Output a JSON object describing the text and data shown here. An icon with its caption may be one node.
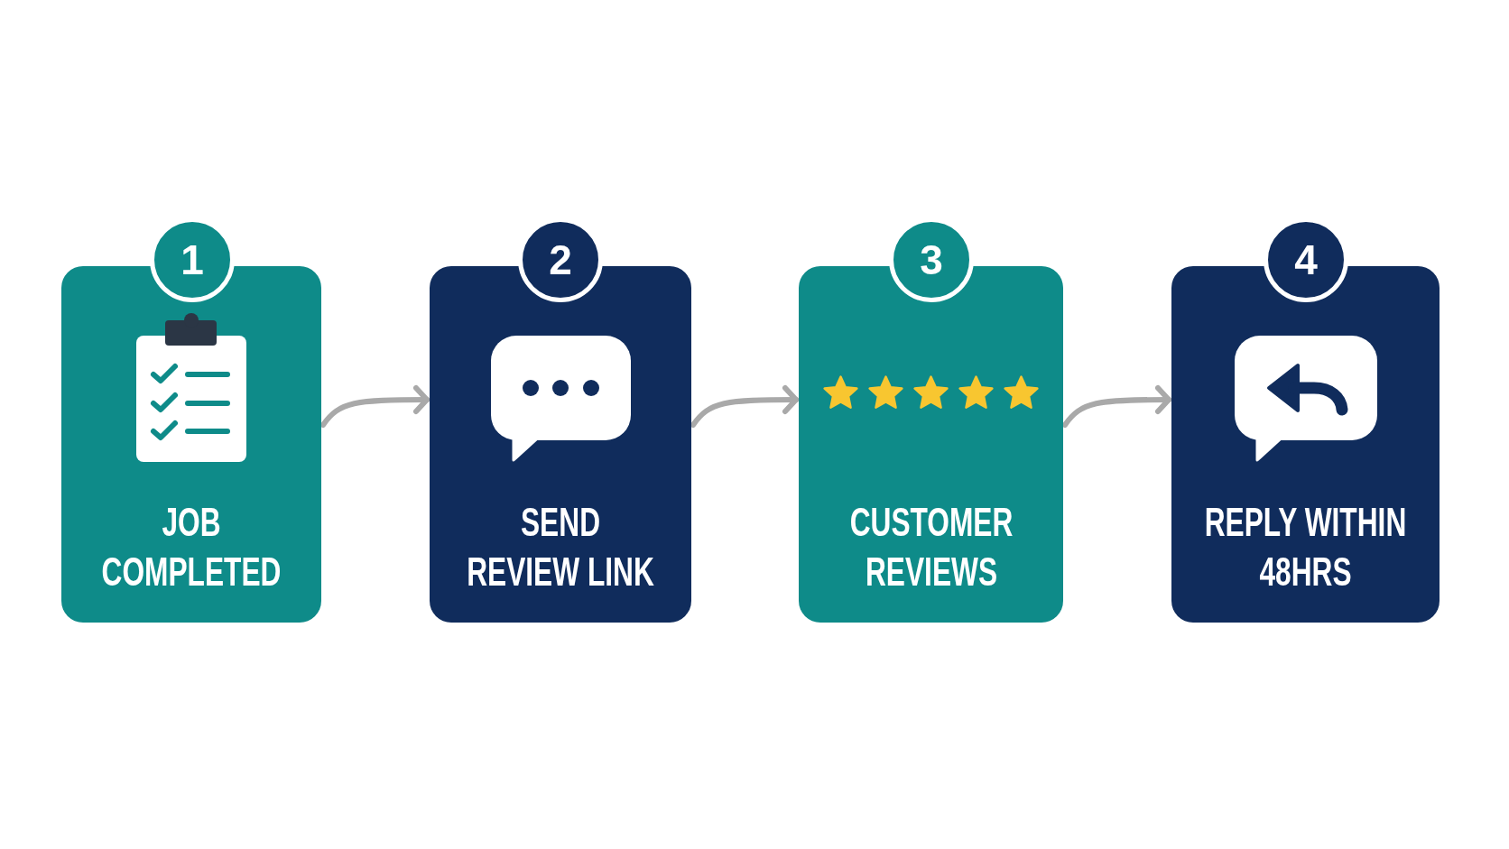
{
  "diagram": {
    "nodes": [
      {
        "text": [
          "1"
        ]
      },
      {
        "text": [
          "JOB COMPLETED"
        ]
      },
      {
        "text": [
          "2"
        ]
      },
      {
        "text": [
          "SEND REVIEW LINK"
        ]
      },
      {
        "text": [
          "3"
        ]
      },
      {
        "text": [
          "CUSTOMER REVIEWS"
        ]
      },
      {
        "text": [
          "4"
        ]
      },
      {
        "text": [
          "REPLY WITHIN 48HRS"
        ]
      }
    ],
    "edges": [
      {
        "from": 1,
        "to": 3,
        "arrow": "to"
      },
      {
        "from": 3,
        "to": 5,
        "arrow": "to"
      },
      {
        "from": 5,
        "to": 7,
        "arrow": "to"
      }
    ]
  }
}
